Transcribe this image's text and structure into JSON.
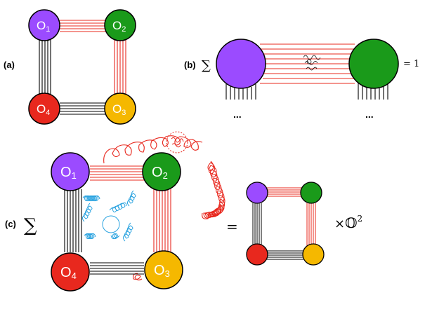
{
  "colors": {
    "o1": "#9b4bff",
    "o2": "#1a9a1a",
    "o3": "#f5b800",
    "o4": "#e8281e",
    "red_line": "#e8281e",
    "black_line": "#000000",
    "blue_line": "#2aa3e0"
  },
  "panel_a": {
    "label": "(a)",
    "nodes": [
      {
        "text": "O",
        "sub": "1"
      },
      {
        "text": "O",
        "sub": "2"
      },
      {
        "text": "O",
        "sub": "3"
      },
      {
        "text": "O",
        "sub": "4"
      }
    ]
  },
  "panel_b": {
    "label": "(b)",
    "sum_symbol": "∑",
    "equals_text": "= 1",
    "ellipsis_left": "...",
    "ellipsis_right": "..."
  },
  "panel_c": {
    "label": "(c)",
    "sum_symbol": "∑",
    "equals": "=",
    "nodes": [
      {
        "text": "O",
        "sub": "1"
      },
      {
        "text": "O",
        "sub": "2"
      },
      {
        "text": "O",
        "sub": "3"
      },
      {
        "text": "O",
        "sub": "4"
      }
    ],
    "factor_times": "×",
    "factor_base": "𝕆",
    "factor_exp": "2"
  }
}
